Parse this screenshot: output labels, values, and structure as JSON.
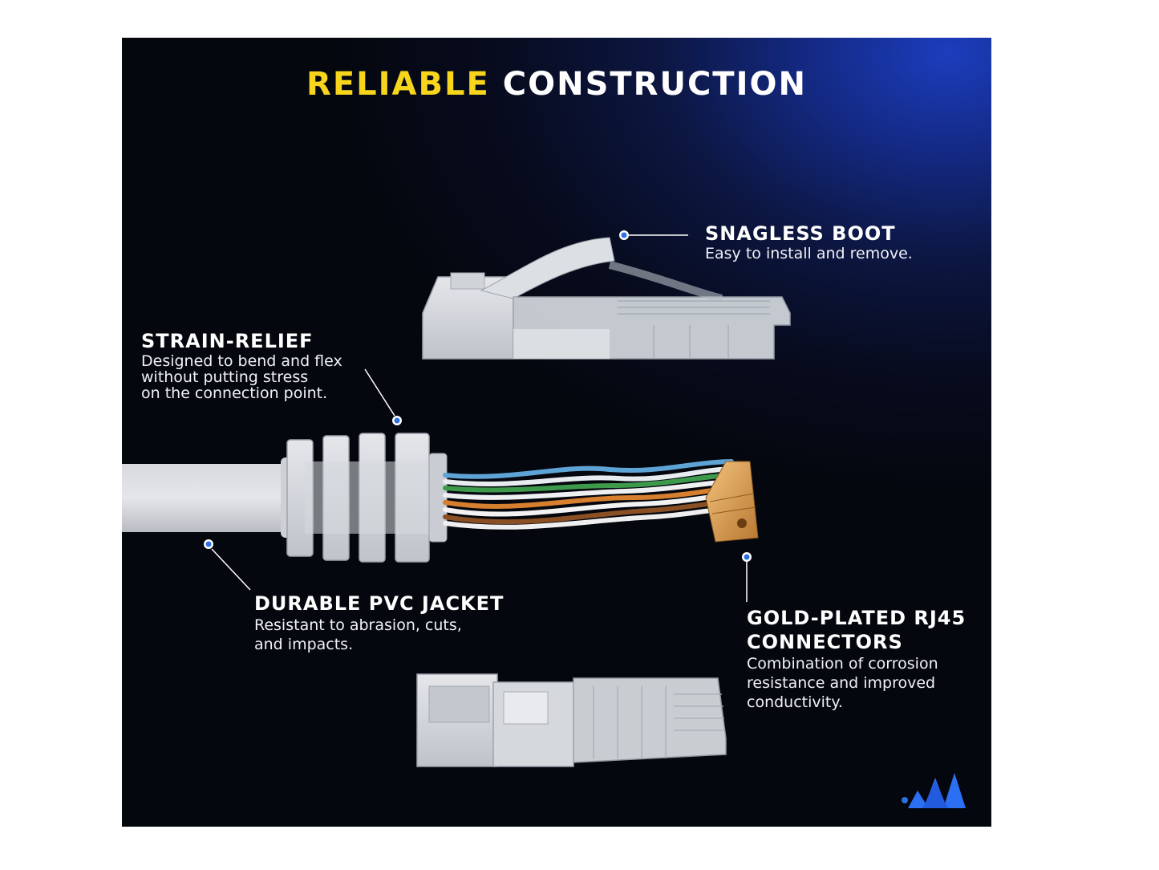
{
  "title": {
    "part1": "RELIABLE",
    "part2": "CONSTRUCTION"
  },
  "callouts": {
    "snagless_boot": {
      "heading": "SNAGLESS BOOT",
      "desc": [
        "Easy to install and remove."
      ]
    },
    "strain_relief": {
      "heading": "STRAIN-RELIEF",
      "desc": [
        "Designed to bend and flex",
        "without putting stress",
        "on the connection point."
      ]
    },
    "pvc_jacket": {
      "heading": "DURABLE PVC JACKET",
      "desc": [
        "Resistant to abrasion, cuts,",
        "and impacts."
      ]
    },
    "gold_connectors": {
      "heading": [
        "GOLD-PLATED RJ45",
        "CONNECTORS"
      ],
      "desc": [
        "Combination of corrosion",
        "resistance and improved",
        "conductivity."
      ]
    }
  },
  "colors": {
    "accent_yellow": "#f7d51d",
    "background": "#070b1d",
    "glow_blue": "#1c3dbd",
    "marker": "#2f6fe0",
    "gold": "#d79a45"
  },
  "icons": [
    "brand-logo-icon"
  ]
}
